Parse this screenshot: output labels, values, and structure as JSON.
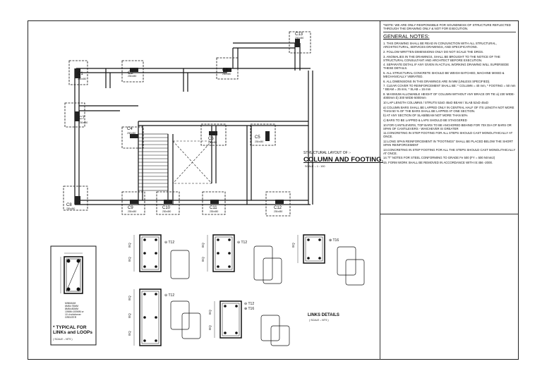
{
  "drawing": {
    "layout_caption": "STRUCTURAL LAYOUT OF :-",
    "layout_title": "COLUMN AND FOOTING.",
    "layout_scale": "SCALE :- 1 : 100",
    "links_title": "LINKS DETAILS",
    "links_scale": "( SCALE :- NTS )",
    "typical_title": "* TYPICAL FOR LINKs and LOOPs",
    "typical_scale": "( SCALE :- NTS )",
    "typical_note": "MINIMUM 6MM=75MM 8MM=80MM 10MM=100MM or 10 d whichever GREATER",
    "eq": "EQ",
    "bars": [
      "T12",
      "T12",
      "T16",
      "T12",
      "T12",
      "T16"
    ]
  },
  "columns": [
    {
      "label": "C1",
      "size": "230x450"
    },
    {
      "label": "C2",
      "size": "230x450"
    },
    {
      "label": "C3",
      "size": "230x450"
    },
    {
      "label": "C4",
      "size": "230x450"
    },
    {
      "label": "C5",
      "size": "230x450"
    },
    {
      "label": "C6",
      "size": "230x450"
    },
    {
      "label": "C7",
      "size": "230x450"
    },
    {
      "label": "C8",
      "size": "230x450"
    },
    {
      "label": "C9",
      "size": "230x450"
    },
    {
      "label": "C10",
      "size": "230x450"
    },
    {
      "label": "C11",
      "size": "230x450"
    },
    {
      "label": "C12",
      "size": "230x450"
    },
    {
      "label": "C13",
      "size": "230x450"
    }
  ],
  "notes": {
    "disclaimer": "*NOTE: WE ARE ONLY RESPONSIBLE FOR SOUNDNESS OF STRUCTURE REFLECTED THROUGH THE DRAWING ONLY & NOT FOR EXECUTION.",
    "heading": "GENERAL NOTES:",
    "items": [
      "1. THIS DRAWING SHALL BE READ IN CONJUNCTION WITH ALL STRUCTURAL, ARCHITECTURAL, SERVICES DRAWINGS, AND SPECIFICATIONS.",
      "2. FOLLOW WRITTEN DIMENSIONS ONLY DO NOT SCALE THE DRGS.",
      "3. ANOMALIES IN THE DRAWINGS, SHALL BE BROUGHT TO THE NOTICE OF THE STRUCTURAL CONSULTANT AND ARCHITECT BEFORE EXECUTION.",
      "4. SEPARATE DETAIL IF ANY GIVEN IN ACTUAL WORKING DRAWING WILL SUPERSEDE THESE DETAILS.",
      "5. ALL STRUCTURAL CONCRETE SHOULD BE WEIGH BATCHED, MACHINE MIXED & MECHANICALLY VIBRATED.",
      "6. ALL DIMENSIONS IN THIS DRAWINGS ARE IN MM (UNLESS SPECIFIED).",
      "7. CLEAR COVER TO REINFORCEMENT SHALL BE: * COLUMN = 40 mm, * FOOTING = 50 mm * BEAM = 25 mm, * SLAB = 15 mm",
      "8. MAXIMUM ALLOWABLE HEIGHT OF COLUMN WITHOUT ANY BRACE OR TIE a) 230 WIDE-4000mm b) 300 WIDE-5000mm",
      "10 LAP LENGTH  COLUMNS / STRUTS 52xD 45xD  BEAM / SLAB 52xD 45xD",
      "a) COLUMN BARS SHALL BE LAPPED ONLY IN CENTRAL HALF OF ITS LENGTH NOT MORE THAN 50 % OF THE BARS SHALL BE LAPPED AT ONE SECTION.",
      "b) AT ANY SECTION OF SLAB/BEAM NOT MORE THAN 50%",
      "c) BARS TO BE LAPPED & LAPS SHOULD BE STAGGERED",
      "10.FOR CANTILEVERS, TOP BARS TO BE ANCHORED BEHIND FOR 70X DIA OF BARS OR SPAN OF CANTILEVERS - WHICHEVER IS GREATER",
      "11.CONCRETING IN STEP FOOTING FOR ALL STEPS SHOULD CAST MONOLITHICALLY AT ONCE.",
      "12.LONG SPAN REINFORCEMENT IN \"FOOTINGS\" SHALL BE PLACED BELOW THE SHORT SPAN REINFORCEMENT",
      "13.CONCRETING IN STEP FOOTING FOR ALL THE STEPS SHOULD CAST MONOLITHICALLY AT ONCE.",
      "14.\"T\" NOTES FOR STEEL CONFORMING TO GRADE Fe 500 (FY = 500 N/mm2)",
      "15. FORM WORK SHALL BE REMOVED IN ACCORDANCE WITH IS:456 -2000."
    ]
  },
  "colors": {
    "ink": "#111111",
    "hatch": "#555555",
    "paper": "#ffffff"
  }
}
